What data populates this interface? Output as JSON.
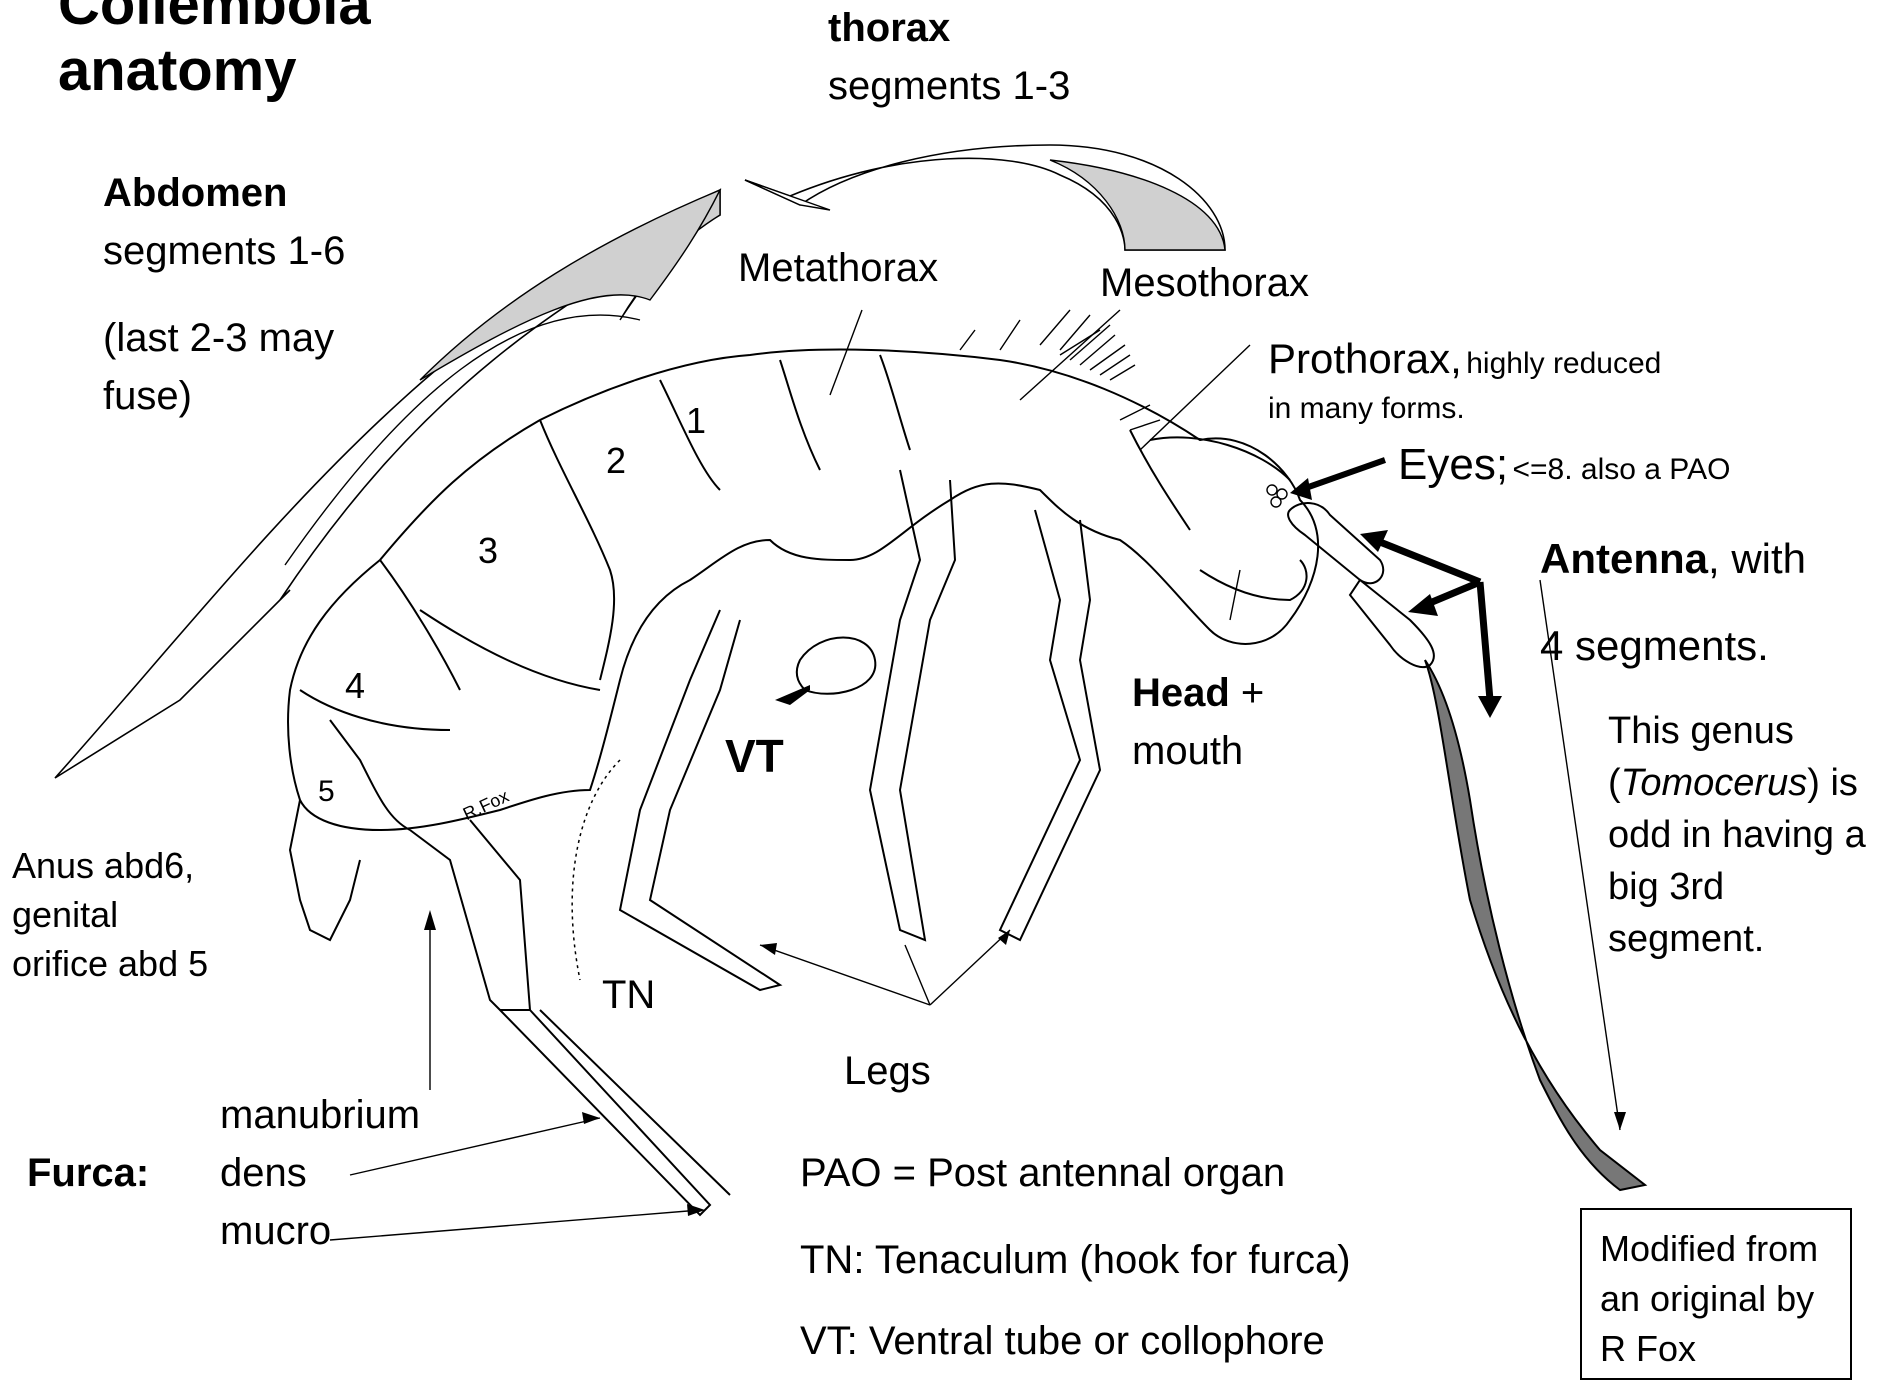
{
  "title": {
    "line1": "Collembola",
    "line2": "anatomy"
  },
  "thorax": {
    "heading": "thorax",
    "sub": "segments 1-3"
  },
  "abdomen": {
    "heading": "Abdomen",
    "sub": "segments 1-6",
    "note1": "(last 2-3 may",
    "note2": "fuse)"
  },
  "segments": {
    "meta": "Metathorax",
    "meso": "Mesothorax",
    "pro": "Prothorax,",
    "pro_note1": "highly reduced",
    "pro_note2": "in many forms."
  },
  "eyes": {
    "label": "Eyes;",
    "note": "<=8.  also a PAO"
  },
  "antenna": {
    "label": "Antenna",
    "rest": ", with",
    "line2": "4 segments."
  },
  "genus": {
    "l1": "This genus",
    "l2a": "(",
    "l2b": "Tomocerus",
    "l2c": ") is",
    "l3": "odd in having a",
    "l4": "big 3rd",
    "l5": "segment."
  },
  "head": {
    "bold": "Head",
    "rest": " +",
    "line2": "mouth"
  },
  "vt": "VT",
  "tn": "TN",
  "legs": "Legs",
  "anus": {
    "l1": "Anus abd6,",
    "l2": "genital",
    "l3": "orifice abd 5"
  },
  "furca": {
    "label": "Furca:",
    "p1": "manubrium",
    "p2": "dens",
    "p3": "mucro"
  },
  "abd_numbers": [
    "1",
    "2",
    "3",
    "4",
    "5"
  ],
  "signature": "R.Fox",
  "legend": {
    "pao": "PAO = Post antennal organ",
    "tn": "TN: Tenaculum (hook for furca)",
    "vt": "VT: Ventral tube or collophore"
  },
  "credit": {
    "l1": "Modified from",
    "l2": "an original by",
    "l3": "R Fox"
  },
  "colors": {
    "arrow_fill": "#d0d0d0",
    "ink": "#000000"
  }
}
